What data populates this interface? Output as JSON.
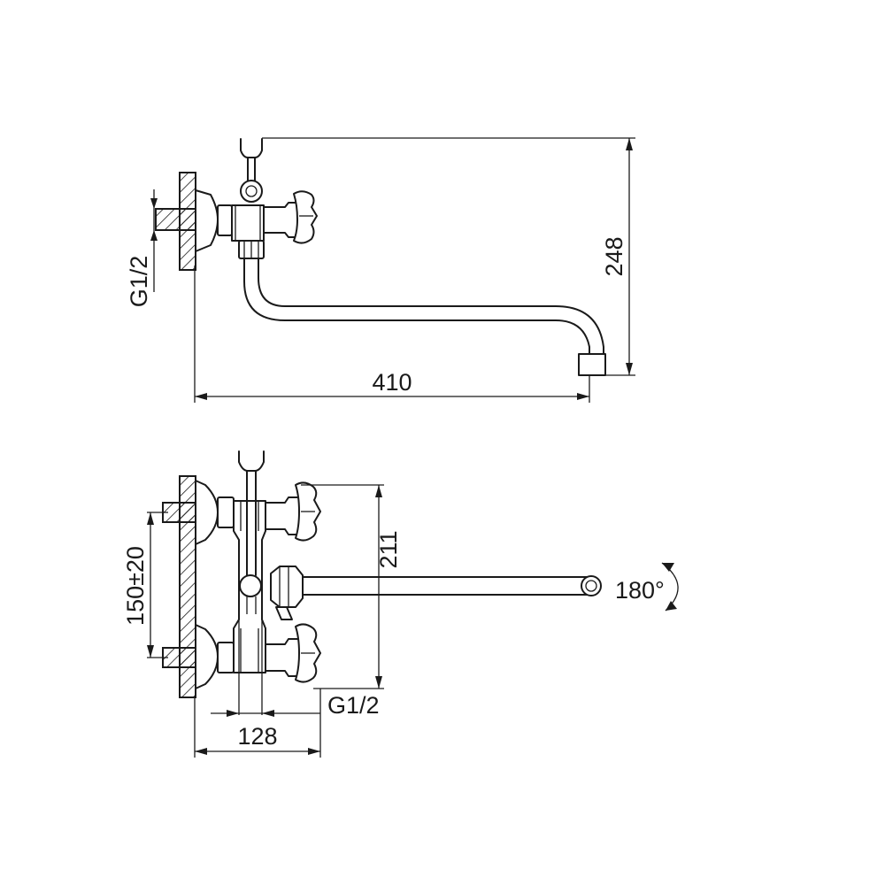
{
  "top_view": {
    "dims": {
      "thread": "G1/2",
      "length": "410",
      "height": "248"
    }
  },
  "front_view": {
    "dims": {
      "centers": "150±20",
      "height": "211",
      "thread": "G1/2",
      "depth": "128",
      "rotation": "180°"
    }
  }
}
